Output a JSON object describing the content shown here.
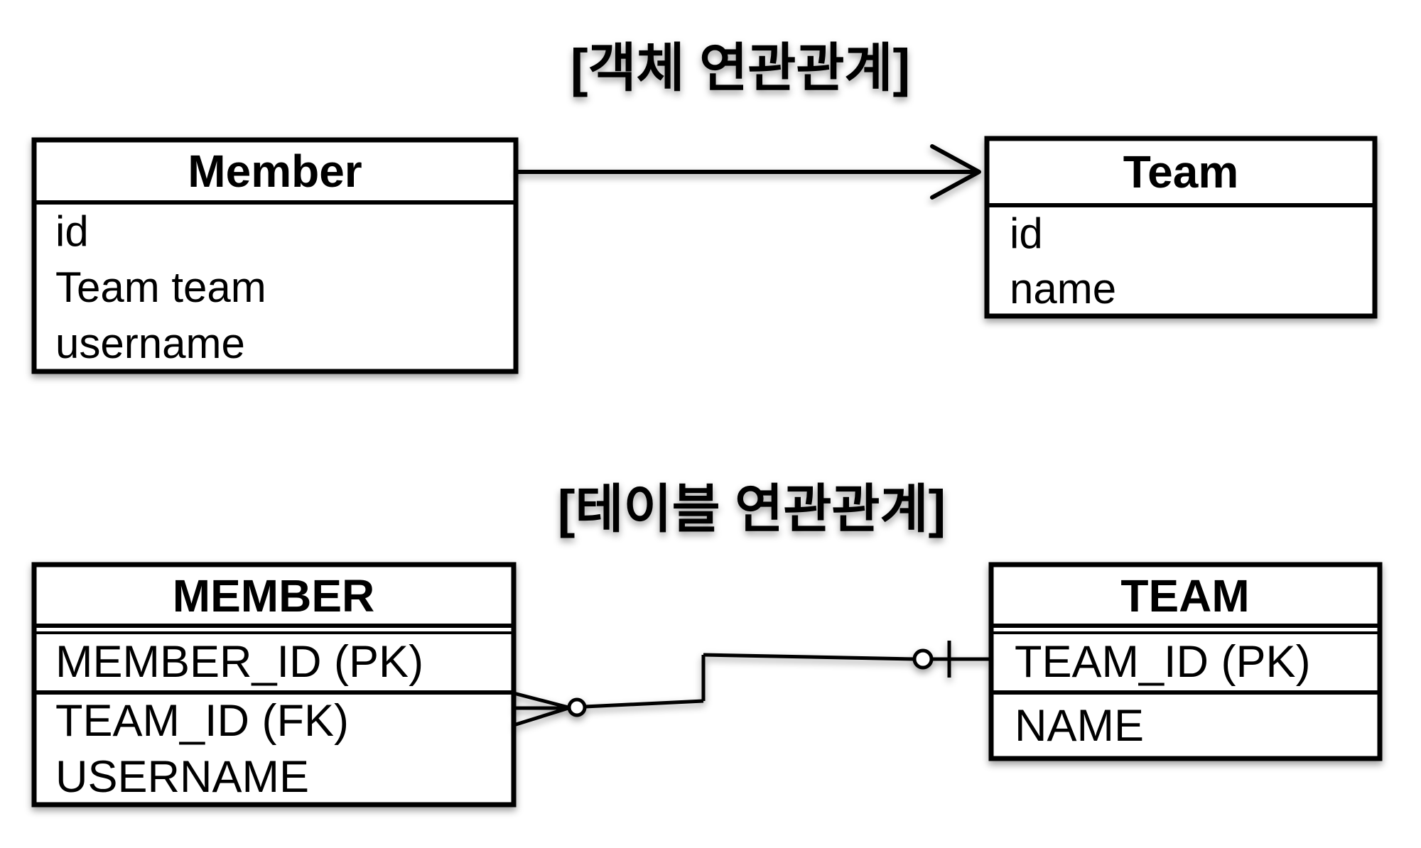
{
  "diagram": {
    "object_section": {
      "title": "[객체 연관관계]",
      "member_class": {
        "title": "Member",
        "fields": [
          "id",
          "Team team",
          "username"
        ]
      },
      "team_class": {
        "title": "Team",
        "fields": [
          "id",
          "name"
        ]
      },
      "relation": "unidirectional-arrow-member-to-team"
    },
    "table_section": {
      "title": "[테이블 연관관계]",
      "member_table": {
        "title": "MEMBER",
        "columns": [
          "MEMBER_ID (PK)",
          "TEAM_ID (FK)",
          "USERNAME"
        ]
      },
      "team_table": {
        "title": "TEAM",
        "columns": [
          "TEAM_ID (PK)",
          "NAME"
        ]
      },
      "relation": "crow-foot-many-member-to-zero-or-one-team"
    },
    "colors": {
      "line": "#000000",
      "box_fill": "#ffffff",
      "background": "#ffffff"
    }
  }
}
